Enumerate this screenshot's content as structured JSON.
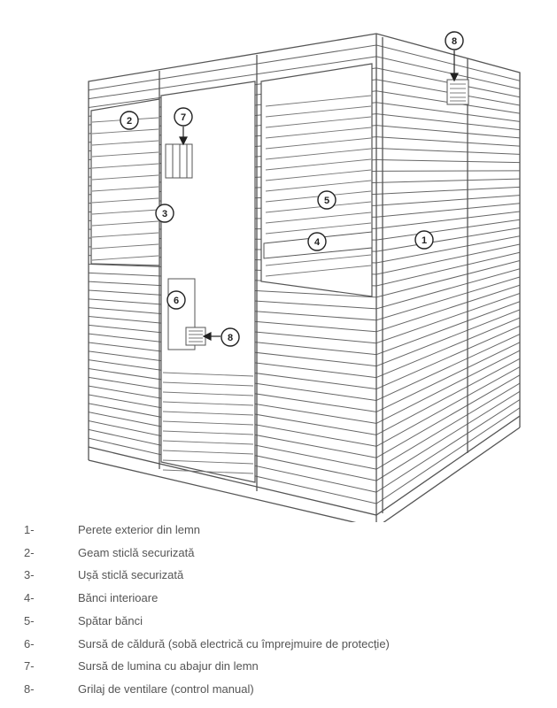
{
  "callouts": [
    {
      "num": "1"
    },
    {
      "num": "2"
    },
    {
      "num": "3"
    },
    {
      "num": "4"
    },
    {
      "num": "5"
    },
    {
      "num": "6"
    },
    {
      "num": "7"
    },
    {
      "num": "8"
    },
    {
      "num": "8"
    }
  ],
  "legend": [
    {
      "num": "1-",
      "text": "Perete exterior din lemn"
    },
    {
      "num": "2-",
      "text": "Geam sticlă securizată"
    },
    {
      "num": "3-",
      "text": "Ușă sticlă securizată"
    },
    {
      "num": "4-",
      "text": "Bănci interioare"
    },
    {
      "num": "5-",
      "text": "Spătar bănci"
    },
    {
      "num": "6-",
      "text": "Sursă de căldură (sobă electrică cu împrejmuire de protecție)"
    },
    {
      "num": "7-",
      "text": "Sursă de lumina cu abajur din lemn"
    },
    {
      "num": "8-",
      "text": "Grilaj de ventilare (control manual)"
    }
  ],
  "colors": {
    "line": "#555555",
    "callout_fill": "#ffffff"
  }
}
